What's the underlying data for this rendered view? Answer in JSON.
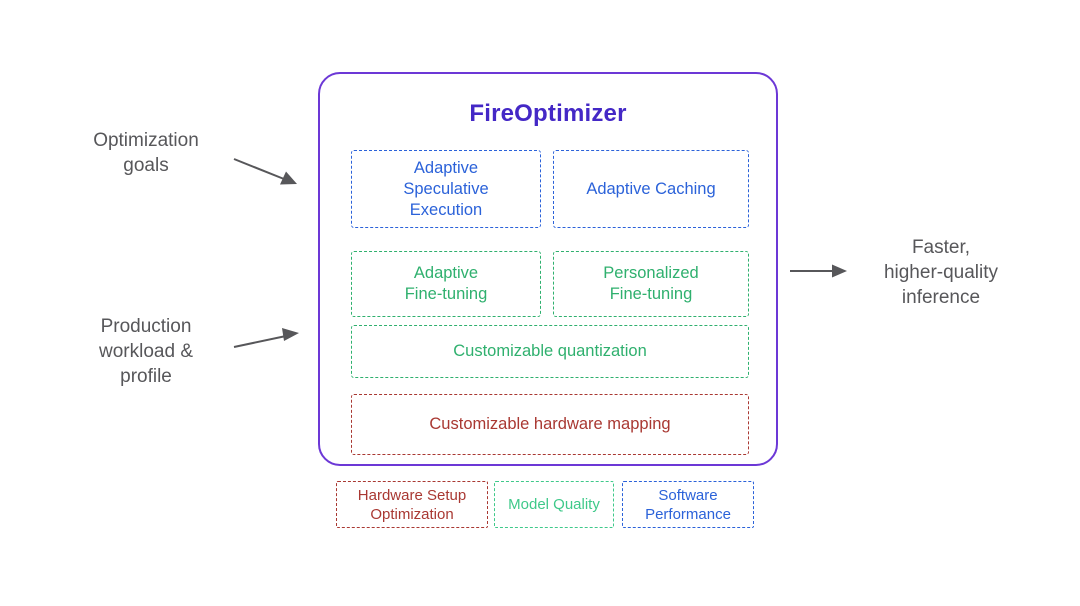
{
  "title": "FireOptimizer",
  "features": {
    "spec_exec": "Adaptive\nSpeculative\nExecution",
    "caching": "Adaptive Caching",
    "adaptive_ft": "Adaptive\nFine-tuning",
    "personalized_ft": "Personalized\nFine-tuning",
    "quantization": "Customizable quantization",
    "hw_mapping": "Customizable hardware mapping"
  },
  "legend": {
    "hardware": "Hardware Setup\nOptimization",
    "quality": "Model Quality",
    "software": "Software\nPerformance"
  },
  "annotations": {
    "left_top": "Optimization\ngoals",
    "left_bottom": "Production\nworkload &\nprofile",
    "right": "Faster,\nhigher-quality\ninference"
  },
  "colors": {
    "purple": "#6C38D6",
    "title": "#4428C6",
    "blue": "#2B62D9",
    "green": "#2FB06E",
    "green_light": "#3FC98A",
    "red": "#A93832",
    "gray": "#57575A",
    "bg": "#FFFFFF"
  }
}
